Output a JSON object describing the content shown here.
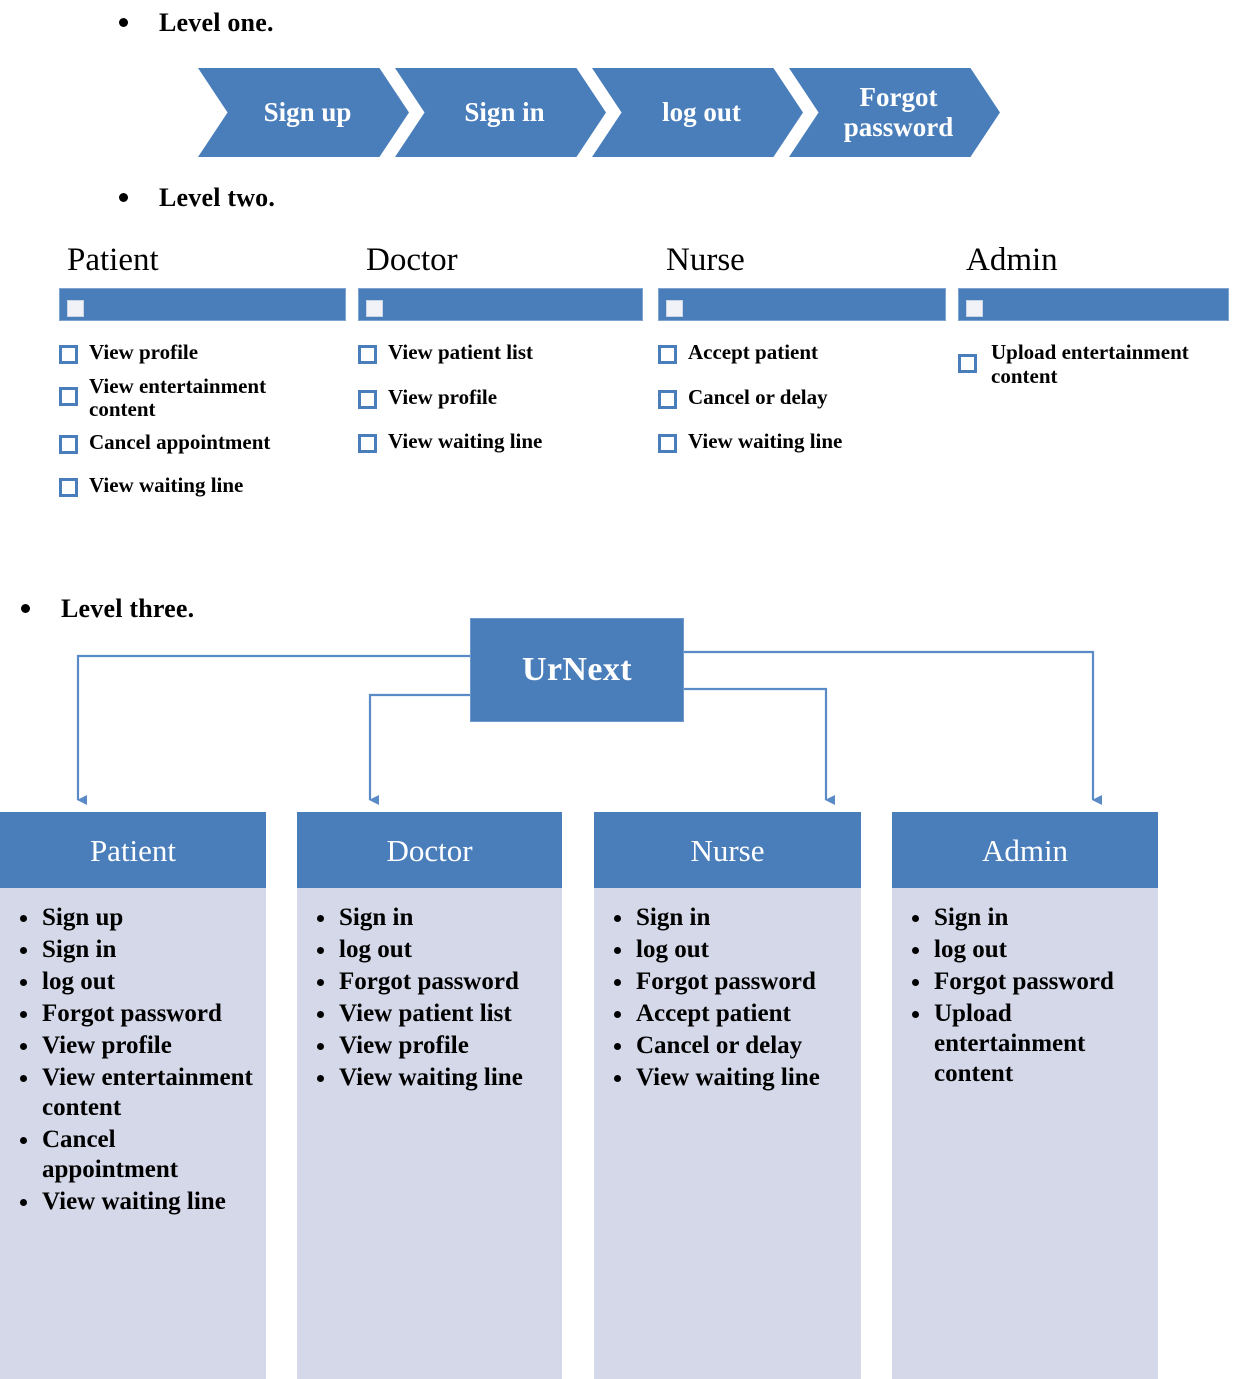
{
  "levels": {
    "one": {
      "heading": "Level one."
    },
    "two": {
      "heading": "Level two."
    },
    "three": {
      "heading": "Level three."
    }
  },
  "level_one": {
    "steps": [
      {
        "label": "Sign up"
      },
      {
        "label": "Sign in"
      },
      {
        "label": "log out"
      },
      {
        "label": "Forgot\npassword"
      }
    ]
  },
  "level_two": {
    "columns": [
      {
        "title": "Patient",
        "items": [
          "View profile",
          "View entertainment content",
          "Cancel appointment",
          "View waiting line"
        ]
      },
      {
        "title": "Doctor",
        "items": [
          "View patient list",
          "View profile",
          "View waiting line"
        ]
      },
      {
        "title": "Nurse",
        "items": [
          "Accept patient",
          "Cancel or delay",
          "View waiting line"
        ]
      },
      {
        "title": "Admin",
        "items": [
          "Upload entertainment content"
        ]
      }
    ]
  },
  "level_three": {
    "root": {
      "label": "UrNext"
    },
    "nodes": [
      {
        "title": "Patient",
        "items": [
          "Sign up",
          "Sign in",
          "log out",
          "Forgot password",
          "View profile",
          "View entertainment content",
          "Cancel appointment",
          "View waiting line"
        ]
      },
      {
        "title": "Doctor",
        "items": [
          "Sign in",
          "log out",
          "Forgot password",
          "View patient list",
          "View profile",
          "View waiting line"
        ]
      },
      {
        "title": "Nurse",
        "items": [
          "Sign in",
          "log out",
          "Forgot password",
          "Accept patient",
          "Cancel or delay",
          "View waiting line"
        ]
      },
      {
        "title": "Admin",
        "items": [
          "Sign in",
          "log out",
          "Forgot password",
          "Upload entertainment content"
        ]
      }
    ]
  },
  "colors": {
    "accent_blue": "#4A7EBB",
    "connector_blue": "#5B8BC7",
    "panel_body": "#D4D8E8",
    "text_dark": "#000000",
    "text_light": "#FFFFFF"
  }
}
